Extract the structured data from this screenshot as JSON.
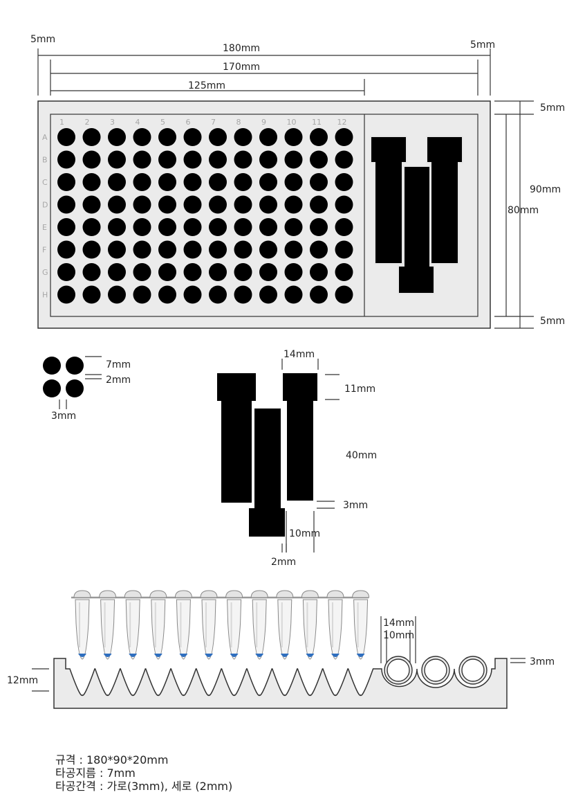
{
  "plate": {
    "dims": {
      "total_width": "180mm",
      "inner_width": "170mm",
      "well_area_width": "125mm",
      "left_margin": "5mm",
      "right_margin": "5mm",
      "top_margin": "5mm",
      "total_height": "90mm",
      "inner_height": "80mm",
      "bottom_margin": "5mm"
    },
    "columns": [
      "1",
      "2",
      "3",
      "4",
      "5",
      "6",
      "7",
      "8",
      "9",
      "10",
      "11",
      "12"
    ],
    "rows": [
      "A",
      "B",
      "C",
      "D",
      "E",
      "F",
      "G",
      "H"
    ]
  },
  "well_detail": {
    "diameter": "7mm",
    "vertical_gap": "2mm",
    "horizontal_gap": "3mm"
  },
  "tube_slot_detail": {
    "cap_width": "14mm",
    "cap_height": "11mm",
    "body_length": "40mm",
    "gap": "3mm",
    "tip_width": "10mm",
    "tip_offset": "2mm"
  },
  "cross_section": {
    "height": "12mm",
    "outer_diameter": "14mm",
    "inner_diameter": "10mm",
    "top_step": "3mm",
    "tube_count": 12
  },
  "specs": [
    "규격 : 180*90*20mm",
    "타공지름 : 7mm",
    "타공간격 : 가로(3mm), 세로 (2mm)"
  ]
}
